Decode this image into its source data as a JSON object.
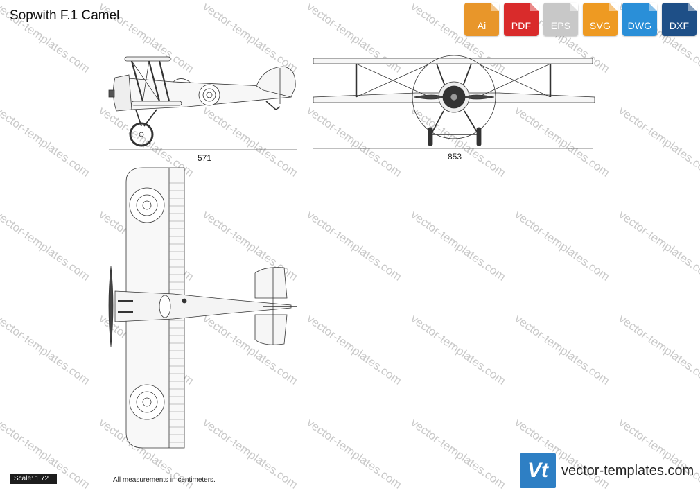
{
  "page": {
    "title": "Sopwith F.1 Camel",
    "scale_label": "Scale: 1:72",
    "measurement_note": "All measurements in centimeters."
  },
  "formats": [
    {
      "label": "Ai",
      "color": "#e8962a",
      "icon": "ai-file-icon"
    },
    {
      "label": "PDF",
      "color": "#d92b2b",
      "icon": "pdf-file-icon"
    },
    {
      "label": "EPS",
      "color": "#c8c8c8",
      "icon": "eps-file-icon"
    },
    {
      "label": "SVG",
      "color": "#ee9a22",
      "icon": "svg-file-icon"
    },
    {
      "label": "DWG",
      "color": "#2a8fd8",
      "icon": "dwg-file-icon"
    },
    {
      "label": "DXF",
      "color": "#1e4f87",
      "icon": "dxf-file-icon"
    }
  ],
  "dimensions": {
    "length": "571",
    "span": "853"
  },
  "brand": {
    "logo_text": "Vt",
    "name": "vector-templates.com",
    "color": "#2e7fc4"
  },
  "watermark": {
    "text": "vector-templates.com"
  }
}
